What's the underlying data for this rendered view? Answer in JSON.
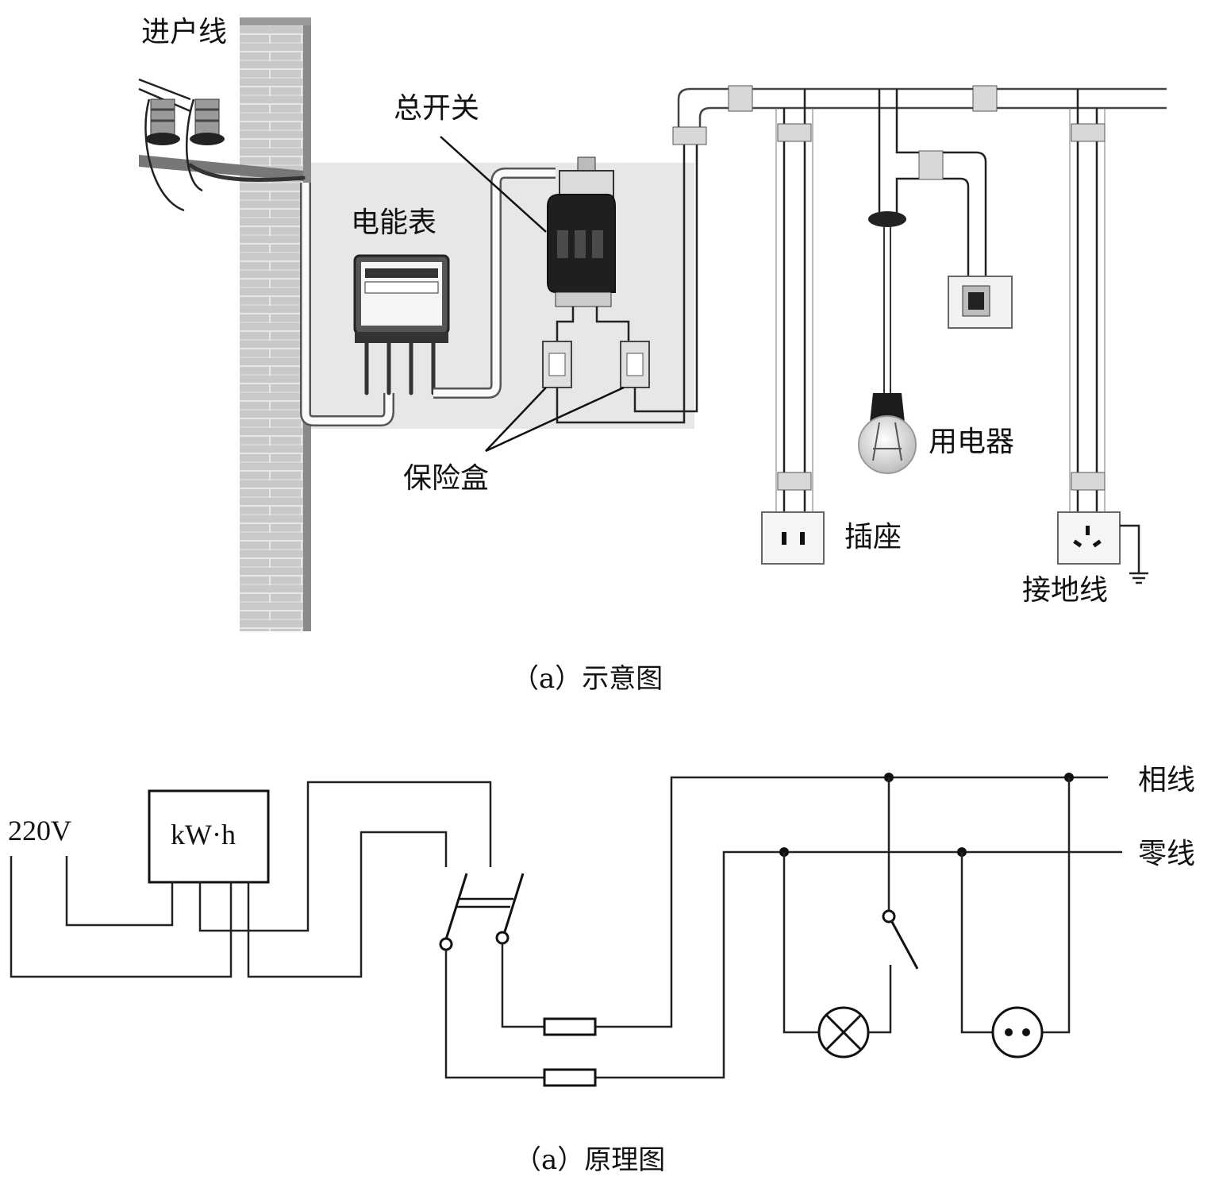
{
  "illustration": {
    "caption": "（a）示意图",
    "labels": {
      "service_line": "进户线",
      "main_switch": "总开关",
      "energy_meter": "电能表",
      "fuse_box": "保险盒",
      "appliance": "用电器",
      "socket": "插座",
      "ground_wire": "接地线"
    }
  },
  "schematic": {
    "caption": "（a）原理图",
    "supply_voltage": "220V",
    "meter_unit": "kW·h",
    "phase_line": "相线",
    "neutral_line": "零线"
  }
}
